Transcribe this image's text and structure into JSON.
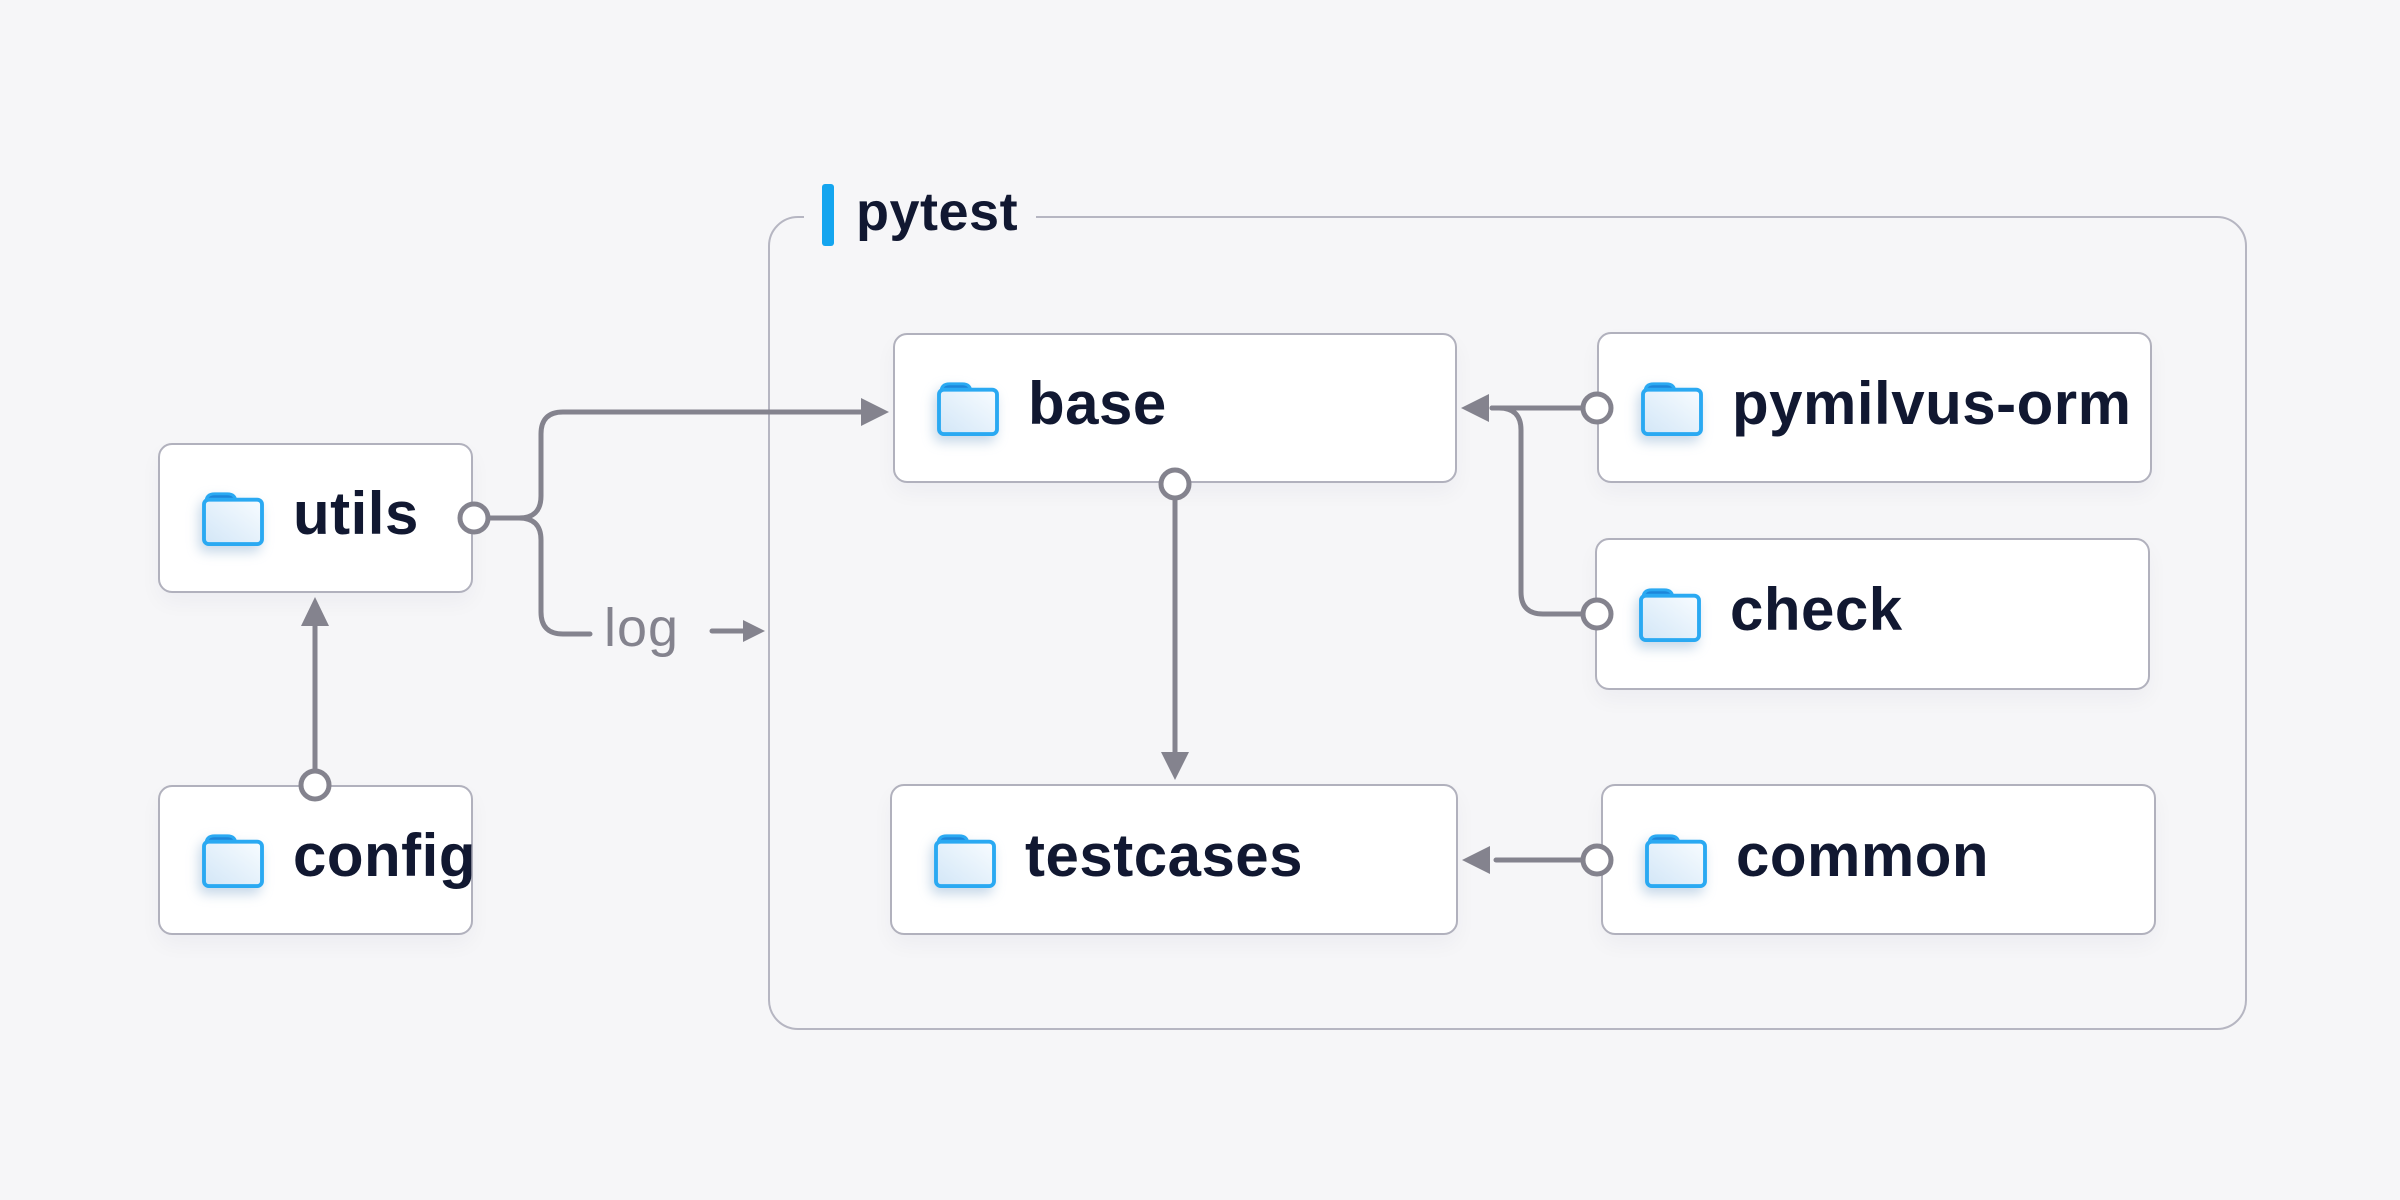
{
  "diagram": {
    "group": {
      "label": "pytest"
    },
    "nodes": [
      {
        "id": "utils",
        "label": "utils",
        "icon": "folder-icon",
        "inside_group": false
      },
      {
        "id": "config",
        "label": "config",
        "icon": "folder-icon",
        "inside_group": false
      },
      {
        "id": "base",
        "label": "base",
        "icon": "folder-icon",
        "inside_group": true
      },
      {
        "id": "testcases",
        "label": "testcases",
        "icon": "folder-icon",
        "inside_group": true
      },
      {
        "id": "pymilvus-orm",
        "label": "pymilvus-orm",
        "icon": "folder-icon",
        "inside_group": true
      },
      {
        "id": "check",
        "label": "check",
        "icon": "folder-icon",
        "inside_group": true
      },
      {
        "id": "common",
        "label": "common",
        "icon": "folder-icon",
        "inside_group": true
      }
    ],
    "edges": [
      {
        "from": "config",
        "to": "utils"
      },
      {
        "from": "utils",
        "to": "base",
        "label": "log"
      },
      {
        "from": "pymilvus-orm",
        "to": "base"
      },
      {
        "from": "check",
        "to": "base"
      },
      {
        "from": "base",
        "to": "testcases"
      },
      {
        "from": "common",
        "to": "testcases"
      }
    ],
    "colors": {
      "background": "#f6f6f8",
      "accent_blue": "#14a5ef",
      "connector_gray": "#84838e",
      "node_border": "#b1b1bd",
      "group_border": "#b6b6c2",
      "text_navy": "#111831",
      "folder_outline": "#2aa9f2",
      "folder_tab": "#1d86da"
    }
  }
}
